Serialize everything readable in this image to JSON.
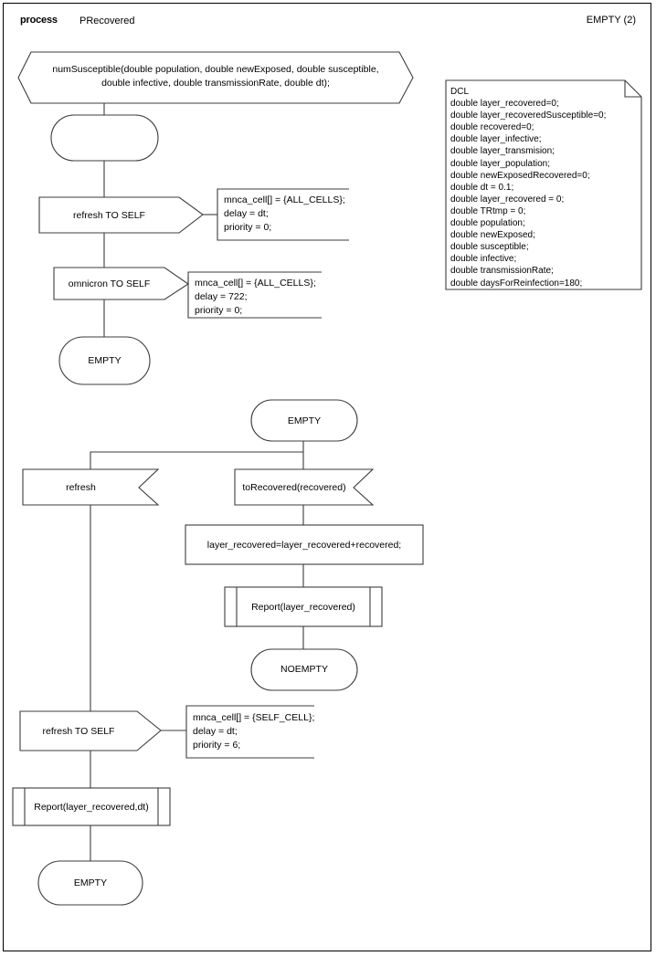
{
  "header": {
    "keyword": "process",
    "process_name": "PRecovered",
    "right_label": "EMPTY (2)"
  },
  "procedure_signature": {
    "line1": "numSusceptible(double population, double newExposed, double susceptible,",
    "line2": "double infective, double transmissionRate, double dt);"
  },
  "declaration": {
    "title": "DCL",
    "lines": [
      "double layer_recovered=0;",
      "double layer_recoveredSusceptible=0;",
      "double recovered=0;",
      "double layer_infective;",
      "double layer_transmision;",
      "double layer_population;",
      "double newExposedRecovered=0;",
      "double dt = 0.1;",
      "double layer_recovered = 0;",
      "double TRtmp = 0;",
      "double population;",
      "double newExposed;",
      "double susceptible;",
      "double infective;",
      "double transmissionRate;",
      "double daysForReinfection=180;"
    ]
  },
  "flow": {
    "start_state": {
      "label": ""
    },
    "output_refresh_self_1": {
      "label": "refresh TO SELF"
    },
    "comment_1": {
      "line1": "mnca_cell[] = {ALL_CELLS};",
      "line2": "delay = dt;",
      "line3": "priority = 0;"
    },
    "output_omnicron_self": {
      "label": "omnicron TO SELF"
    },
    "comment_2": {
      "line1": "mnca_cell[] = {ALL_CELLS};",
      "line2": "delay = 722;",
      "line3": "priority = 0;"
    },
    "state_empty_1": {
      "label": "EMPTY"
    },
    "state_empty_2": {
      "label": "EMPTY"
    },
    "input_refresh": {
      "label": "refresh"
    },
    "input_to_recovered": {
      "label": "toRecovered(recovered)"
    },
    "task_layer_recovered": {
      "label": "layer_recovered=layer_recovered+recovered;"
    },
    "call_report_1": {
      "label": "Report(layer_recovered)"
    },
    "state_noempty": {
      "label": "NOEMPTY"
    },
    "output_refresh_self_2": {
      "label": "refresh TO SELF"
    },
    "comment_3": {
      "line1": "mnca_cell[] = {SELF_CELL};",
      "line2": "delay = dt;",
      "line3": "priority = 6;"
    },
    "call_report_2": {
      "label": "Report(layer_recovered,dt)"
    },
    "state_empty_3": {
      "label": "EMPTY"
    }
  },
  "colors": {
    "stroke": "#3c3c3c",
    "stroke_dark": "#000000",
    "background": "#ffffff"
  }
}
